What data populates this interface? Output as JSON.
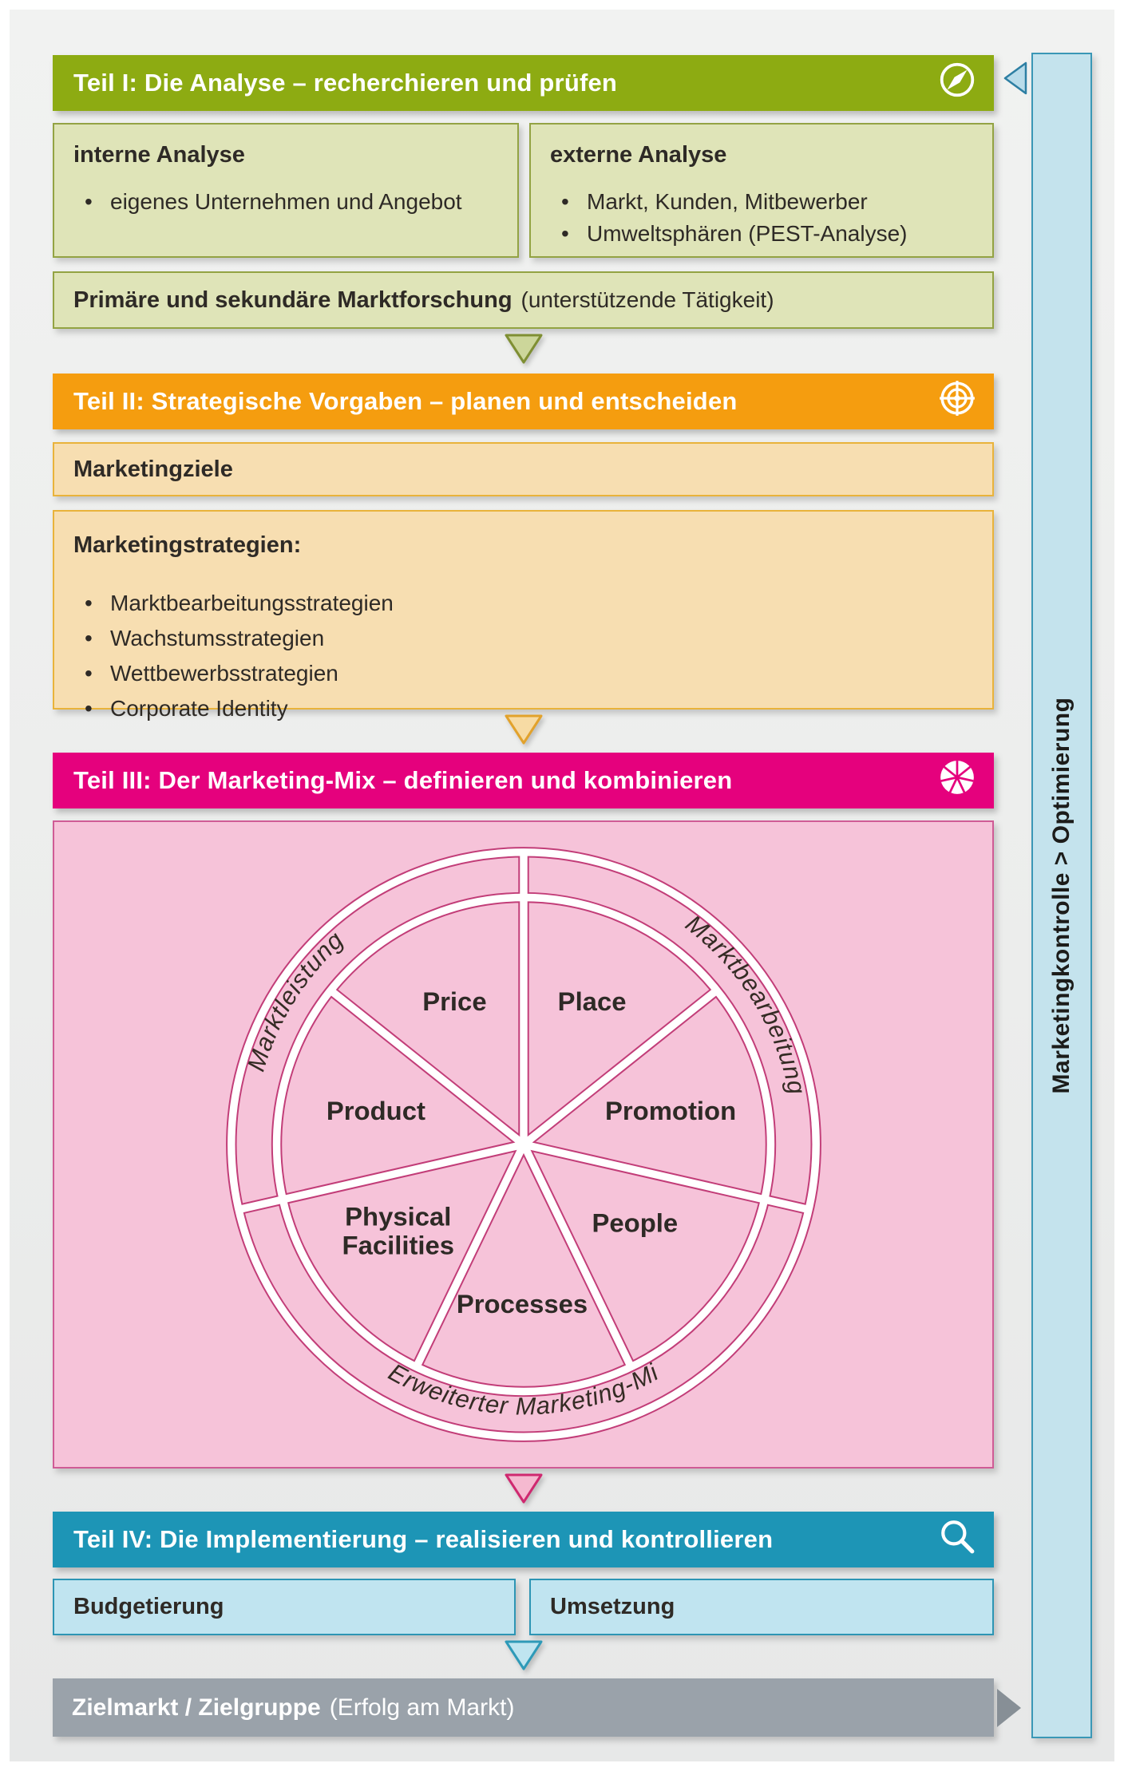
{
  "sections": {
    "teil1": {
      "title": "Teil I: Die Analyse – recherchieren und prüfen",
      "icon": "compass-icon",
      "interne": {
        "title": "interne Analyse",
        "bullets": [
          "eigenes Unternehmen und Angebot"
        ]
      },
      "externe": {
        "title": "externe Analyse",
        "bullets": [
          "Markt, Kunden, Mitbewerber",
          "Umweltsphären (PEST-Analyse)"
        ]
      },
      "marktforschung": {
        "bold": "Primäre und sekundäre Marktforschung",
        "note": "(unterstützende Tätigkeit)"
      }
    },
    "teil2": {
      "title": "Teil II: Strategische Vorgaben – planen und entscheiden",
      "icon": "target-icon",
      "ziele": {
        "title": "Marketingziele"
      },
      "strategien": {
        "title": "Marketingstrategien:",
        "bullets": [
          "Marktbearbeitungsstrategien",
          "Wachstumsstrategien",
          "Wettbewerbsstrategien",
          "Corporate Identity"
        ]
      }
    },
    "teil3": {
      "title": "Teil III: Der Marketing-Mix – definieren und kombinieren",
      "icon": "wheel-icon",
      "wheel": {
        "ring_labels": {
          "left": "Marktleistung",
          "right": "Marktbearbeitung",
          "bottom": "Erweiterter Marketing-Mi"
        },
        "sectors": {
          "price": "Price",
          "place": "Place",
          "product": "Product",
          "promotion": "Promotion",
          "physical_line1": "Physical",
          "physical_line2": "Facilities",
          "people": "People",
          "processes": "Processes"
        }
      }
    },
    "teil4": {
      "title": "Teil IV: Die Implementierung – realisieren und kontrollieren",
      "icon": "magnifier-icon",
      "budgetierung": "Budgetierung",
      "umsetzung": "Umsetzung"
    },
    "target": {
      "bold": "Zielmarkt / Zielgruppe",
      "note": "(Erfolg am Markt)"
    }
  },
  "sidebar": {
    "label": "Marketingkontrolle > Optimierung"
  },
  "colors": {
    "teil1_header": "#8dab12",
    "teil1_box_bg": "#dfe4b8",
    "teil1_box_border": "#93a343",
    "teil2_header": "#f59d0f",
    "teil2_box_bg": "#f7deb1",
    "teil2_box_border": "#e9b33b",
    "teil3_header": "#e5017d",
    "teil3_panel_bg": "#f6c3d9",
    "teil3_panel_border": "#cf5b95",
    "wheel_outline": "#c23d78",
    "teil4_header": "#1d95b6",
    "teil4_box_bg": "#c0e4f0",
    "teil4_box_border": "#2d95b4",
    "target_bar_bg": "#9aa2aa",
    "sidebar_bg": "#c4e3ed",
    "sidebar_border": "#3a97b6",
    "text_dark": "#2e2a26"
  }
}
